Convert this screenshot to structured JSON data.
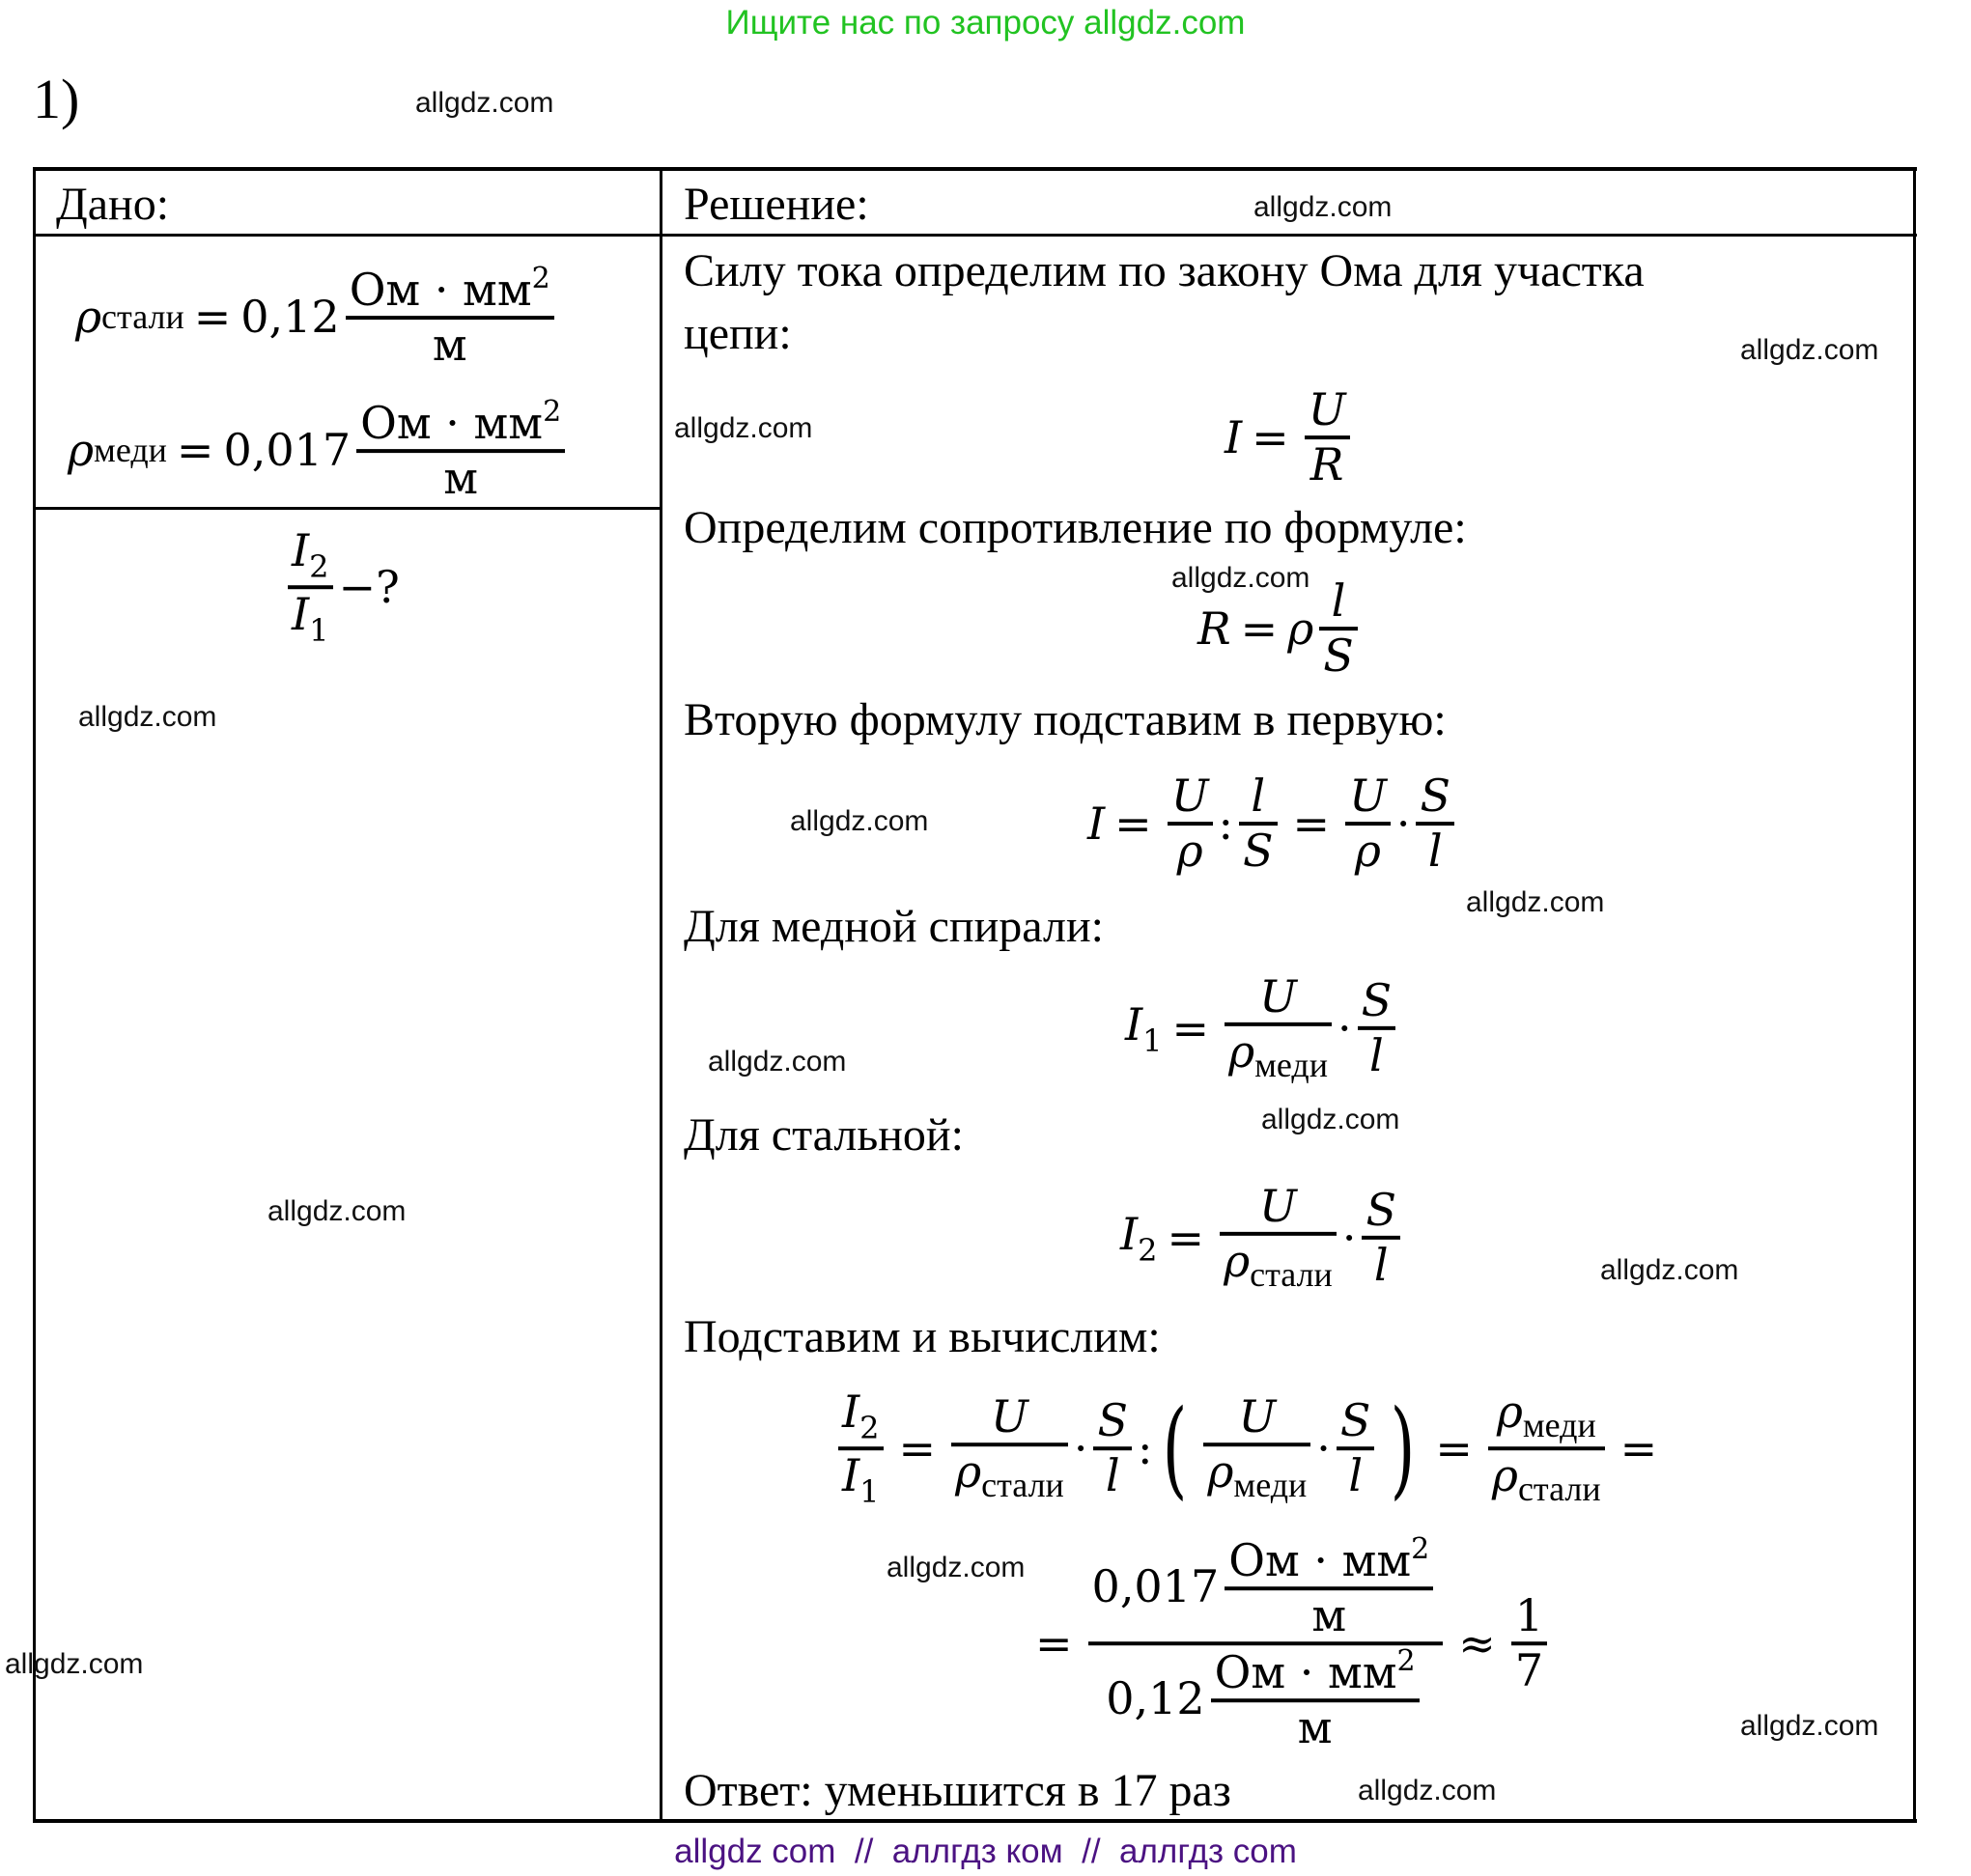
{
  "banner": "Ищите нас по запросу allgdz.com",
  "task_number": "1)",
  "footer": "allgdz com  //  аллгдз ком  //  аллгдз com",
  "colors": {
    "banner": "#22c322",
    "footer": "#4b1282",
    "border": "#000000"
  },
  "watermark": "allgdz.com",
  "given": {
    "header": "Дано:",
    "rho_steel": {
      "symbol": "ρ",
      "sub": "стали",
      "eq": "=",
      "value": "0,12",
      "unit_num": "Ом · мм",
      "unit_sup": "2",
      "unit_den": "м"
    },
    "rho_copper": {
      "symbol": "ρ",
      "sub": "меди",
      "eq": "=",
      "value": "0,017",
      "unit_num": "Ом · мм",
      "unit_sup": "2",
      "unit_den": "м"
    },
    "find": {
      "num": "I",
      "num_sub": "2",
      "den": "I",
      "den_sub": "1",
      "suffix": "−?"
    }
  },
  "solution": {
    "header": "Решение:",
    "line1": "Силу тока определим по закону Ома для участка",
    "line2": "цепи:",
    "ohm": {
      "lhs": "I",
      "eq": "=",
      "num": "U",
      "den": "R"
    },
    "line3": "Определим сопротивление по формуле:",
    "resistance": {
      "lhs": "R",
      "eq": "=",
      "rho": "ρ",
      "num": "l",
      "den": "S"
    },
    "line4": "Вторую формулу подставим в первую:",
    "substitution": {
      "lhs": "I",
      "eq": "=",
      "f1_num": "U",
      "f1_den": "ρ",
      "div": ":",
      "f2_num": "l",
      "f2_den": "S",
      "eq2": "=",
      "f3_num": "U",
      "f3_den": "ρ",
      "dot": "·",
      "f4_num": "S",
      "f4_den": "l"
    },
    "line5": "Для медной спирали:",
    "copper": {
      "lhs": "I",
      "lhs_sub": "1",
      "eq": "=",
      "num": "U",
      "den": "ρ",
      "den_sub": "меди",
      "dot": "·",
      "f2_num": "S",
      "f2_den": "l"
    },
    "line6": "Для стальной:",
    "steel": {
      "lhs": "I",
      "lhs_sub": "2",
      "eq": "=",
      "num": "U",
      "den": "ρ",
      "den_sub": "стали",
      "dot": "·",
      "f2_num": "S",
      "f2_den": "l"
    },
    "line7": "Подставим и вычислим:",
    "ratio": {
      "lhs_num": "I",
      "lhs_num_sub": "2",
      "lhs_den": "I",
      "lhs_den_sub": "1",
      "eq": "=",
      "a_num": "U",
      "a_den_sub": "стали",
      "dot": "·",
      "b_num": "S",
      "b_den": "l",
      "div": ":",
      "c_num": "U",
      "c_den_sub": "меди",
      "d_num": "S",
      "d_den": "l",
      "eq2": "=",
      "r_num_sub": "меди",
      "r_den_sub": "стали",
      "eq3": "=",
      "rho": "ρ"
    },
    "numeric": {
      "eq": "=",
      "top_value": "0,017",
      "bottom_value": "0,12",
      "unit_num": "Ом · мм",
      "unit_sup": "2",
      "unit_den": "м",
      "approx": "≈",
      "res_num": "1",
      "res_den": "7"
    },
    "answer": "Ответ: уменьшится в 17 раз"
  }
}
